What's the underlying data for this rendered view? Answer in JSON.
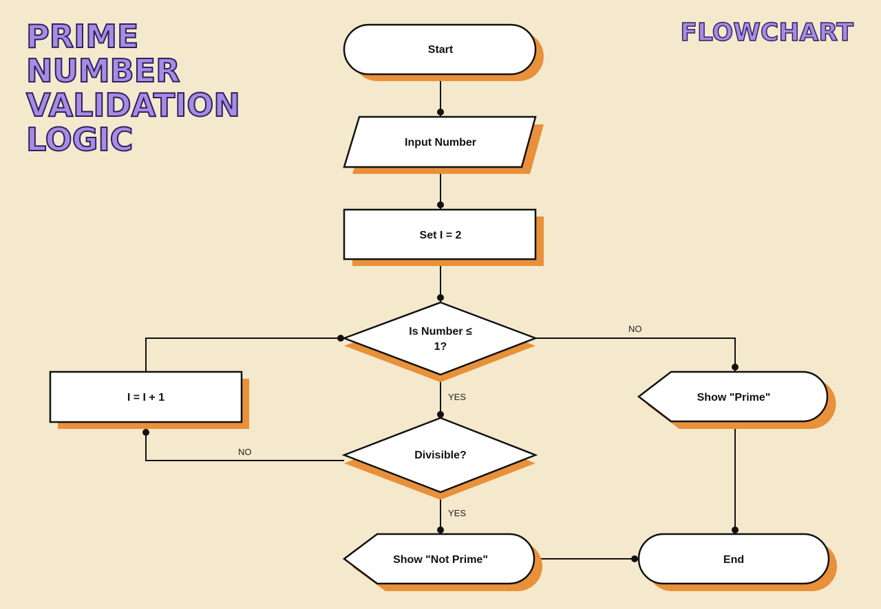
{
  "header": {
    "title_lines": [
      "PRIME",
      "NUMBER",
      "VALIDATION",
      "LOGIC"
    ],
    "tag": "FLOWCHART"
  },
  "nodes": {
    "start": "Start",
    "input": "Input Number",
    "set_i": "Set I = 2",
    "decision_le1_line1": "Is Number ≤",
    "decision_le1_line2": "1?",
    "increment": "I = I + 1",
    "divisible": "Divisible?",
    "show_prime": "Show \"Prime\"",
    "show_not_prime": "Show \"Not Prime\"",
    "end": "End"
  },
  "edges": {
    "le1_no": "NO",
    "le1_yes": "YES",
    "divisible_no": "NO",
    "divisible_yes": "YES"
  },
  "colors": {
    "background": "#f4e9cc",
    "shadow": "#e8903a",
    "title_fill": "#a98be3",
    "title_outline": "#2b2160"
  }
}
